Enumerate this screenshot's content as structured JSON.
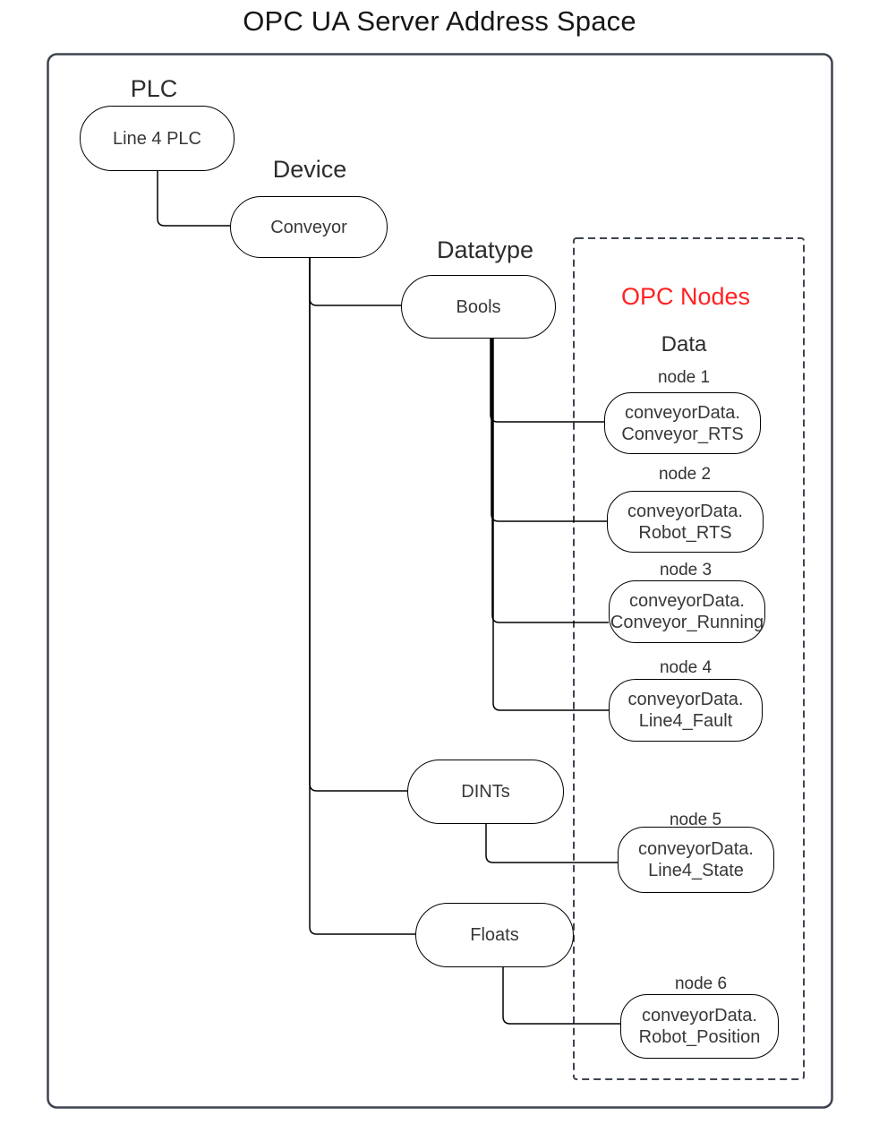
{
  "title": "OPC UA Server Address Space",
  "colors": {
    "accent_red": "#ff2222",
    "frame_gray": "#3e4450",
    "node_border": "#000000"
  },
  "groups": {
    "plc": {
      "label": "PLC",
      "node": "Line 4 PLC"
    },
    "device": {
      "label": "Device",
      "node": "Conveyor"
    },
    "datatype": {
      "label": "Datatype",
      "bools": "Bools",
      "dints": "DINTs",
      "floats": "Floats"
    },
    "opc": {
      "title": "OPC Nodes",
      "subtitle": "Data",
      "nodes": [
        {
          "caption": "node 1",
          "line1": "conveyorData.",
          "line2": "Conveyor_RTS"
        },
        {
          "caption": "node 2",
          "line1": "conveyorData.",
          "line2": "Robot_RTS"
        },
        {
          "caption": "node 3",
          "line1": "conveyorData.",
          "line2": "Conveyor_Running"
        },
        {
          "caption": "node 4",
          "line1": "conveyorData.",
          "line2": "Line4_Fault"
        },
        {
          "caption": "node 5",
          "line1": "conveyorData.",
          "line2": "Line4_State"
        },
        {
          "caption": "node 6",
          "line1": "conveyorData.",
          "line2": "Robot_Position"
        }
      ]
    }
  }
}
